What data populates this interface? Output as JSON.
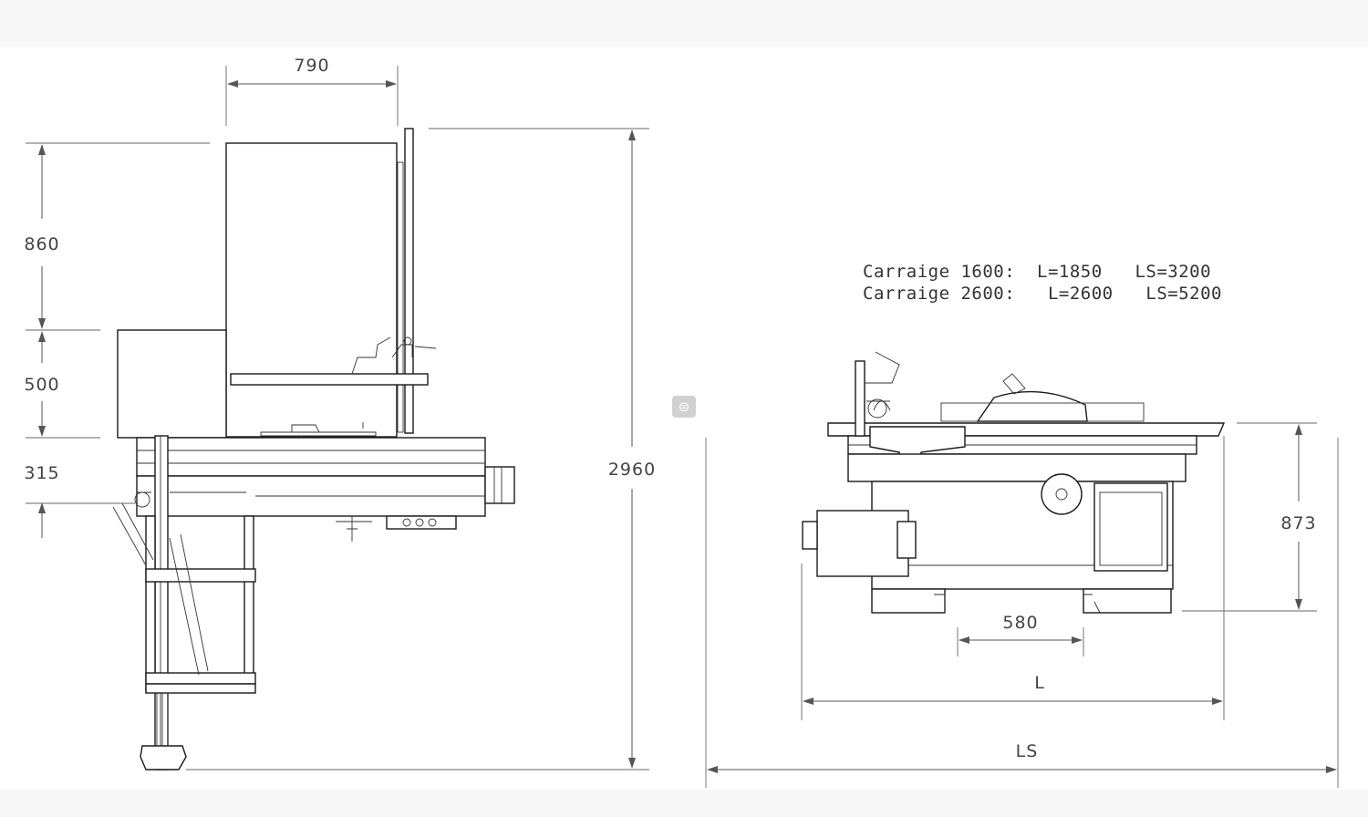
{
  "plan_view": {
    "dimensions": {
      "width_top": "790",
      "height_a": "860",
      "height_b": "500",
      "height_c": "315",
      "overall_depth": "2960"
    }
  },
  "front_view": {
    "notes": [
      "Carraige 1600:  L=1850   LS=3200",
      "Carraige 2600:   L=2600   LS=5200"
    ],
    "dimensions": {
      "height": "873",
      "foot_spacing": "580",
      "length": "L",
      "overall_length": "LS"
    }
  },
  "watermark": {
    "icon": "brand-logo-icon",
    "glyph": "⊜"
  }
}
